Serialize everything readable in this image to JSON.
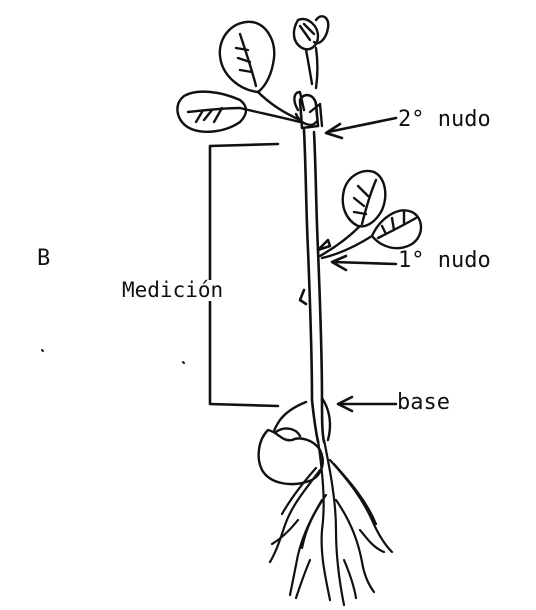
{
  "diagram": {
    "panel_label": "B",
    "labels": {
      "node2": "2° nudo",
      "node1": "1° nudo",
      "base": "base",
      "measurement": "Medición"
    },
    "colors": {
      "ink": "#111111",
      "background": "#ffffff"
    }
  }
}
